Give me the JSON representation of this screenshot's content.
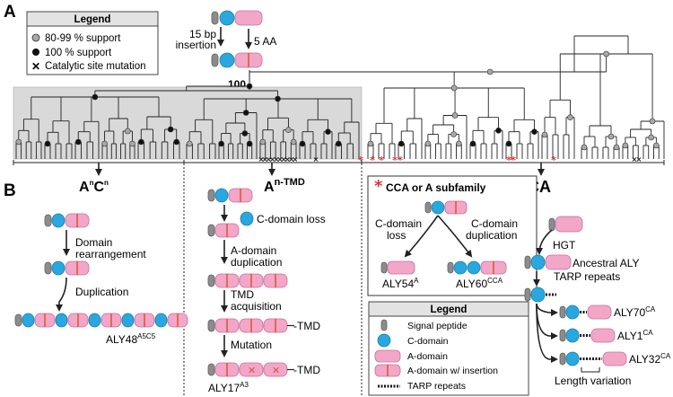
{
  "panels": {
    "a": "A",
    "b": "B"
  },
  "legend_a": {
    "title": "Legend",
    "items": [
      "80-99 % support",
      "100 % support",
      "Catalytic site mutation"
    ]
  },
  "insertion": {
    "bp": "15 bp",
    "label": "insertion",
    "aa": "5 AA"
  },
  "support_100": "100",
  "clades": {
    "ancn": {
      "base": "A",
      "sup1": "n",
      "mid": "C",
      "sup2": "n"
    },
    "antmd": {
      "base": "A",
      "sup": "n-TMD"
    },
    "ca": "CA"
  },
  "col1": {
    "steps": [
      "Domain",
      "rearrangement",
      "Duplication"
    ],
    "product": {
      "name": "ALY48",
      "sup": "A5C5"
    }
  },
  "col2": {
    "steps": [
      "C-domain loss",
      "A-domain",
      "duplication",
      "TMD",
      "acquisition",
      "Mutation"
    ],
    "tmd": "-TMD",
    "product": {
      "name": "ALY17",
      "sup": "A3"
    }
  },
  "col3": {
    "title": "CCA or A subfamily",
    "left_label": [
      "C-domain",
      "loss"
    ],
    "right_label": [
      "C-domain",
      "duplication"
    ],
    "product_left": {
      "name": "ALY54",
      "sup": "A"
    },
    "product_right": {
      "name": "ALY60",
      "sup": "CCA"
    }
  },
  "legend_b": {
    "title": "Legend",
    "items": [
      "Signal peptide",
      "C-domain",
      "A-domain",
      "A-domain w/ insertion",
      "TARP repeats"
    ]
  },
  "col4": {
    "hgt": "HGT",
    "ancestral": "Ancestral ALY",
    "tarp": "TARP repeats",
    "products": [
      {
        "name": "ALY70",
        "sup": "CA"
      },
      {
        "name": "ALY1",
        "sup": "CA"
      },
      {
        "name": "ALY32",
        "sup": "CA"
      }
    ],
    "length_variation": "Length variation"
  },
  "colors": {
    "a_domain": "#f2a7c9",
    "c_domain": "#29a8e0",
    "signal_peptide": "#8c8c8c",
    "insertion": "#e0522b",
    "clade_shade": "#d9d9d9",
    "star": "#e8313a"
  }
}
